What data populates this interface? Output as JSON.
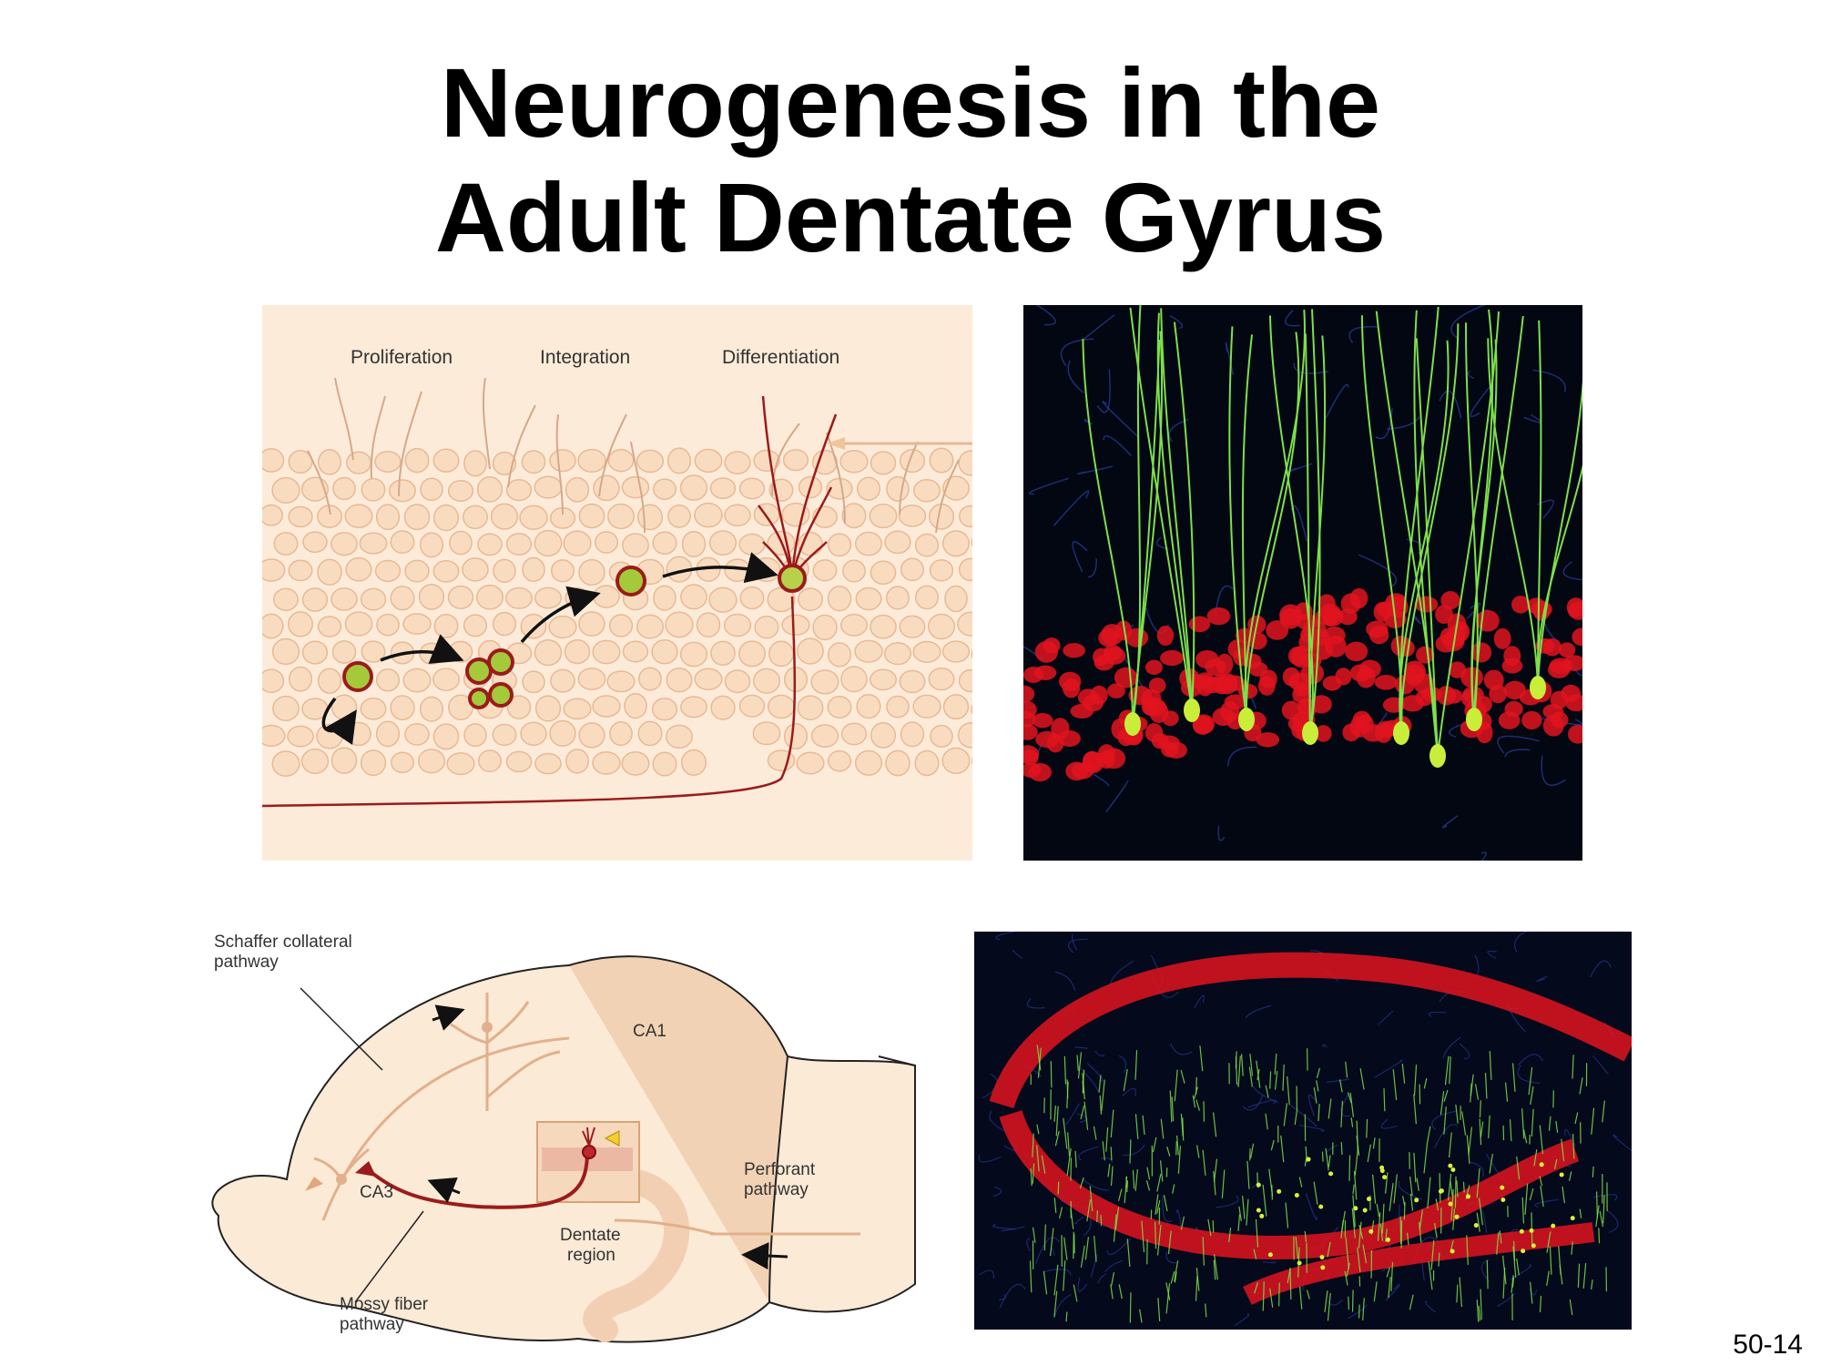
{
  "slide": {
    "title_line1": "Neurogenesis in the",
    "title_line2": "Adult Dentate Gyrus",
    "page_number": "50-14"
  },
  "top_diagram": {
    "labels": [
      "Proliferation",
      "Integration",
      "Differentiation"
    ],
    "colors": {
      "background": "#fcebd9",
      "cell": "#f9dcc0",
      "neuron": "#9b1b1b",
      "progenitor": "#a4c93a"
    }
  },
  "bottom_diagram": {
    "labels": {
      "schaffer": [
        "Schaffer collateral",
        "pathway"
      ],
      "ca1": "CA1",
      "ca3": "CA3",
      "perforant": [
        "Perforant",
        "pathway"
      ],
      "dentate": [
        "Dentate",
        "region"
      ],
      "mossy": [
        "Mossy fiber",
        "pathway"
      ]
    }
  },
  "micrographs": {
    "colors": {
      "red": "#e0141e",
      "green": "#7ee04a",
      "blue": "#2a3f9e"
    }
  }
}
